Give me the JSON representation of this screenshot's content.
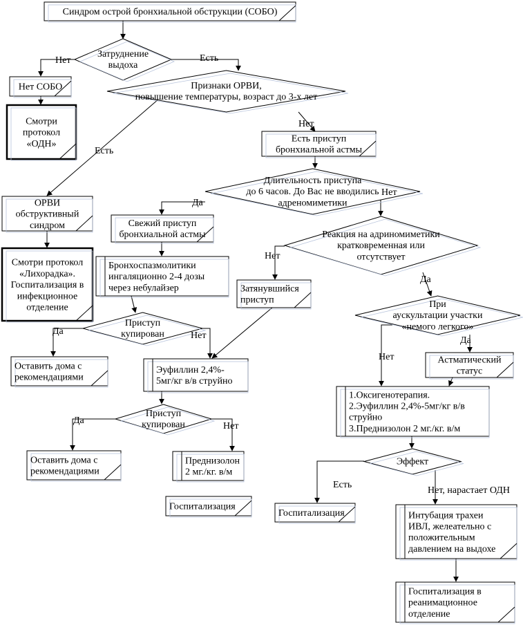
{
  "nodes": {
    "start": [
      "Синдром острой бронхиальной обструкции (СОБО)"
    ],
    "d_exhale": [
      "Затруднение",
      "выдоха"
    ],
    "no_sobo": [
      "Нет СОБО"
    ],
    "see_odn": [
      "Смотри",
      "протокол",
      "«ОДН»"
    ],
    "d_orvi": [
      "Признаки ОРВИ,",
      "повышение температуры, возраст до 3-х лет"
    ],
    "asthma_attack": [
      "Есть приступ",
      "бронхиальной астмы"
    ],
    "orvi_obstr": [
      "ОРВИ",
      "обструктивный",
      "синдром"
    ],
    "see_fever": [
      "Смотри протокол",
      "«Лихорадка».",
      "Госпитализация в",
      "инфекционное",
      "отделение"
    ],
    "d_duration": [
      "Длительность приступа",
      "до 6 часов. До Вас не вводились",
      "адреномиметики"
    ],
    "fresh_attack": [
      "Свежий приступ",
      "бронхиальной астмы"
    ],
    "d_reaction": [
      "Реакция на адриномиметики",
      "кратковременная или",
      "отсутствует"
    ],
    "broncho": [
      "Бронхоспазмолитики",
      "ингаляционно 2-4 дозы",
      "через небулайзер"
    ],
    "prolonged": [
      "Затянувшийся",
      "приступ"
    ],
    "d_stopped1": [
      "Приступ",
      "купирован"
    ],
    "d_auscult": [
      "При",
      "аускультации участки",
      "«немого легкого»"
    ],
    "stay_home1": [
      "Оставить дома с",
      "рекомендациями"
    ],
    "euphyllin": [
      "Эуфиллин 2,4%-",
      "5мг/кг в/в струйно"
    ],
    "status_asth": [
      "Астматический",
      "статус"
    ],
    "oxygen": [
      "1.Оксигенотерапия.",
      "2.Эуфиллин 2,4%-5мг/кг в/в",
      "струйно",
      "3.Преднизолон 2 мг./кг. в/м"
    ],
    "d_stopped2": [
      "Приступ",
      "купирован"
    ],
    "d_effect": [
      "Эффект"
    ],
    "stay_home2": [
      "Оставить дома с",
      "рекомендациями"
    ],
    "prednisolone": [
      "Преднизолон",
      "2 мг./кг. в/м"
    ],
    "hosp1": [
      "Госпитализация"
    ],
    "hosp2": [
      "Госпитализация"
    ],
    "intubation": [
      "Интубация трахеи",
      "ИВЛ, желеательно с",
      "положительным",
      "давлением на выдохе"
    ],
    "icu": [
      "Госпитализация в",
      "реанимационное",
      "отделение"
    ]
  },
  "edge_labels": {
    "exhale_no": "Нет",
    "exhale_yes": "Есть",
    "orvi_yes": "Есть",
    "orvi_no": "Нет",
    "duration_yes": "Да",
    "duration_no": "Нет",
    "reaction_no": "Нет",
    "reaction_yes": "Да",
    "stopped1_yes": "Да",
    "stopped1_no": "Нет",
    "auscult_no": "Нет",
    "auscult_yes": "Да",
    "stopped2_yes": "Да",
    "stopped2_no": "Нет",
    "effect_yes": "Есть",
    "effect_no": "Нет, нарастает ОДН"
  }
}
